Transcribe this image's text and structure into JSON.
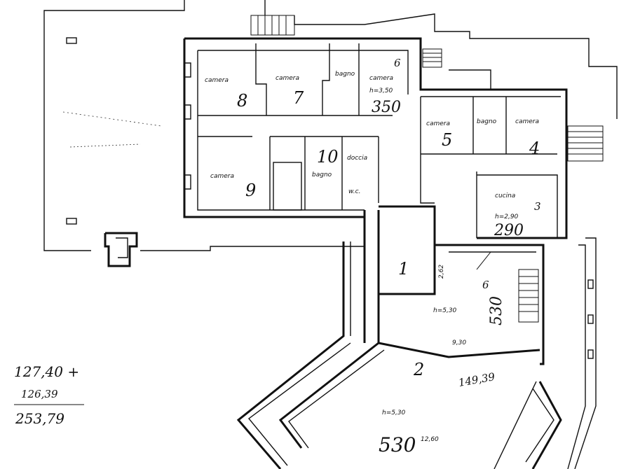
{
  "rooms": {
    "r8": {
      "label": "camera",
      "num": "8"
    },
    "r7": {
      "label": "camera",
      "num": "7"
    },
    "bagno_top": {
      "label": "bagno"
    },
    "r6": {
      "label": "camera",
      "num": "6",
      "h": "h=3,50",
      "hval": "350"
    },
    "r5": {
      "label": "camera",
      "num": "5"
    },
    "bagno_right": {
      "label": "bagno"
    },
    "r4": {
      "label": "camera",
      "num": "4"
    },
    "r9": {
      "label": "camera",
      "num": "9"
    },
    "r10": {
      "label": "bagno",
      "num": "10"
    },
    "doccia": {
      "label": "doccia"
    },
    "wc": {
      "label": "w.c."
    },
    "cucina": {
      "label": "cucina",
      "num": "3",
      "h": "h=2,90",
      "hval": "290"
    },
    "r1": {
      "num": "1"
    },
    "r6b": {
      "num": "6",
      "h": "h=5,30",
      "hval": "530"
    },
    "r2": {
      "num": "2",
      "h": "h=5,30",
      "hval": "530",
      "note1": "12,60",
      "note2": "149,39"
    }
  },
  "annotations": {
    "left_note": "",
    "total": "127,40 +",
    "sub": "126,39",
    "sum": "253,79",
    "dim_262": "2,62",
    "dim_930": "9,30",
    "dim_1260": "12,60"
  }
}
